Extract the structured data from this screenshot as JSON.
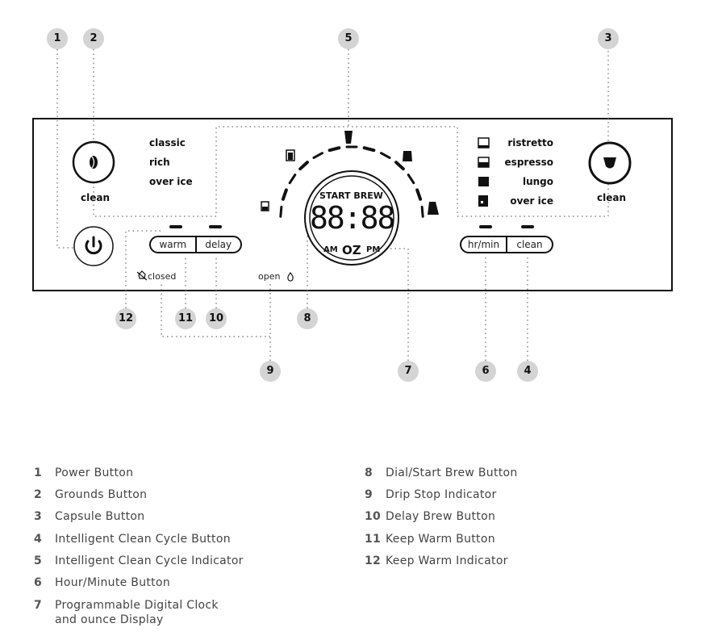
{
  "panel": {
    "grounds_modes": [
      "classic",
      "rich",
      "over ice"
    ],
    "grounds_clean": "clean",
    "capsule_sizes": [
      "ristretto",
      "espresso",
      "lungo",
      "over ice"
    ],
    "capsule_clean": "clean",
    "warm": "warm",
    "delay": "delay",
    "hr_min": "hr/min",
    "clean": "clean",
    "closed": "closed",
    "open": "open",
    "start_brew": "START BREW",
    "clock": "88:88",
    "am": "AM",
    "oz": "OZ",
    "pm": "PM"
  },
  "callouts": [
    "1",
    "2",
    "3",
    "4",
    "5",
    "6",
    "7",
    "8",
    "9",
    "10",
    "11",
    "12"
  ],
  "legend_left": [
    {
      "n": "1",
      "text": "Power Button"
    },
    {
      "n": "2",
      "text": "Grounds Button"
    },
    {
      "n": "3",
      "text": "Capsule Button"
    },
    {
      "n": "4",
      "text": "Intelligent Clean Cycle Button"
    },
    {
      "n": "5",
      "text": "Intelligent Clean Cycle Indicator"
    },
    {
      "n": "6",
      "text": "Hour/Minute Button"
    },
    {
      "n": "7",
      "text": "Programmable Digital Clock",
      "text2": "and ounce Display"
    }
  ],
  "legend_right": [
    {
      "n": "8",
      "text": "Dial/Start Brew Button"
    },
    {
      "n": "9",
      "text": "Drip Stop Indicator"
    },
    {
      "n": "10",
      "text": "Delay Brew Button"
    },
    {
      "n": "11",
      "text": "Keep Warm Button"
    },
    {
      "n": "12",
      "text": "Keep Warm Indicator"
    }
  ]
}
